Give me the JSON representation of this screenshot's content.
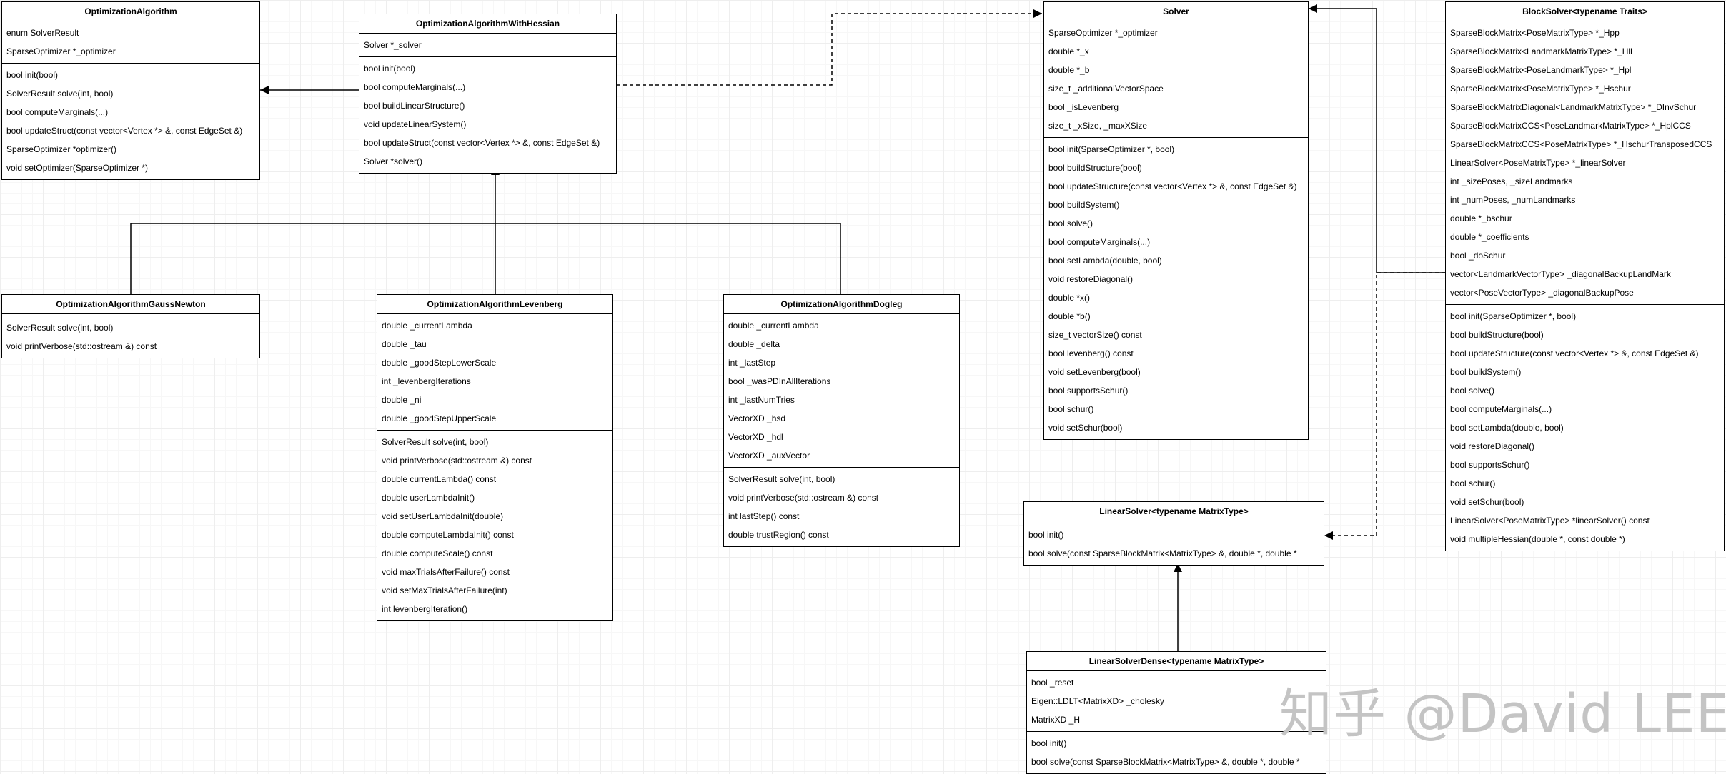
{
  "classes": {
    "opt_algo": {
      "name": "OptimizationAlgorithm",
      "attrs": [
        "enum SolverResult",
        "SparseOptimizer *_optimizer"
      ],
      "methods": [
        "bool init(bool)",
        "SolverResult solve(int, bool)",
        "bool computeMarginals(...)",
        "bool updateStruct(const  vector<Vertex *> &,  const EdgeSet &)",
        "SparseOptimizer *optimizer()",
        "void setOptimizer(SparseOptimizer *)"
      ]
    },
    "opt_hessian": {
      "name": "OptimizationAlgorithmWithHessian",
      "attrs": [
        "Solver *_solver"
      ],
      "methods": [
        "bool init(bool)",
        "bool computeMarginals(...)",
        "bool buildLinearStructure()",
        "void updateLinearSystem()",
        "bool updateStruct(const  vector<Vertex *> &,  const EdgeSet &)",
        "Solver *solver()"
      ]
    },
    "gauss_newton": {
      "name": "OptimizationAlgorithmGaussNewton",
      "attrs": [],
      "methods": [
        "SolverResult solve(int, bool)",
        "void printVerbose(std::ostream &) const"
      ]
    },
    "levenberg": {
      "name": "OptimizationAlgorithmLevenberg",
      "attrs": [
        "double _currentLambda",
        "double _tau",
        "double _goodStepLowerScale",
        "int _levenbergIterations",
        "double _ni",
        "double _goodStepUpperScale"
      ],
      "methods": [
        "SolverResult solve(int, bool)",
        "void printVerbose(std::ostream &) const",
        "double currentLambda() const",
        "double userLambdaInit()",
        "void setUserLambdaInit(double)",
        "double computeLambdaInit() const",
        "double computeScale() const",
        "void maxTrialsAfterFailure() const",
        "void setMaxTrialsAfterFailure(int)",
        "int levenbergIteration()"
      ]
    },
    "dogleg": {
      "name": "OptimizationAlgorithmDogleg",
      "attrs": [
        "double _currentLambda",
        "double _delta",
        "int _lastStep",
        "bool _wasPDInAllIterations",
        "int _lastNumTries",
        "VectorXD _hsd",
        "VectorXD _hdl",
        "VectorXD _auxVector"
      ],
      "methods": [
        "SolverResult solve(int, bool)",
        "void printVerbose(std::ostream &) const",
        "int lastStep() const",
        "double trustRegion() const"
      ]
    },
    "solver": {
      "name": "Solver",
      "attrs": [
        "SparseOptimizer *_optimizer",
        "double *_x",
        "double *_b",
        "size_t _additionalVectorSpace",
        "bool _isLevenberg",
        "size_t _xSize, _maxXSize"
      ],
      "methods": [
        "bool init(SparseOptimizer *, bool)",
        "bool buildStructure(bool)",
        "bool updateStructure(const vector<Vertex *> &, const EdgeSet &)",
        "bool buildSystem()",
        "bool solve()",
        "bool computeMarginals(...)",
        "bool setLambda(double, bool)",
        "void restoreDiagonal()",
        "double *x()",
        "double *b()",
        "size_t vectorSize() const",
        "bool levenberg() const",
        "void setLevenberg(bool)",
        "bool supportsSchur()",
        "bool schur()",
        "void setSchur(bool)"
      ]
    },
    "block_solver": {
      "name": "BlockSolver<typename Traits>",
      "attrs": [
        "SparseBlockMatrix<PoseMatrixType> *_Hpp",
        "SparseBlockMatrix<LandmarkMatrixType> *_Hll",
        "SparseBlockMatrix<PoseLandmarkType> *_Hpl",
        "SparseBlockMatrix<PoseMatrixType> *_Hschur",
        "SparseBlockMatrixDiagonal<LandmarkMatrixType> *_DInvSchur",
        "SparseBlockMatrixCCS<PoseLandmarkMatrixType> *_HplCCS",
        "SparseBlockMatrixCCS<PoseMatrixType> *_HschurTransposedCCS",
        "LinearSolver<PoseMatrixType> *_linearSolver",
        "int _sizePoses, _sizeLandmarks",
        "int _numPoses, _numLandmarks",
        "double *_bschur",
        "double *_coefficients",
        "bool _doSchur",
        "vector<LandmarkVectorType> _diagonalBackupLandMark",
        "vector<PoseVectorType> _diagonalBackupPose"
      ],
      "methods": [
        "bool init(SparseOptimizer *, bool)",
        "bool buildStructure(bool)",
        "bool updateStructure(const vector<Vertex *> &, const EdgeSet &)",
        "bool buildSystem()",
        "bool solve()",
        "bool computeMarginals(...)",
        "bool setLambda(double, bool)",
        "void restoreDiagonal()",
        "bool supportsSchur()",
        "bool schur()",
        "void setSchur(bool)",
        "LinearSolver<PoseMatrixType> *linearSolver() const",
        "void multipleHessian(double *, const double *)"
      ]
    },
    "linear_solver": {
      "name": "LinearSolver<typename MatrixType>",
      "attrs": [],
      "methods": [
        "bool init()",
        "bool solve(const SparseBlockMatrix<MatrixType> &, double *, double *"
      ]
    },
    "linear_solver_dense": {
      "name": "LinearSolverDense<typename MatrixType>",
      "attrs": [
        "bool _reset",
        "Eigen::LDLT<MatrixXD> _cholesky",
        "MatrixXD _H"
      ],
      "methods": [
        "bool init()",
        "bool solve(const SparseBlockMatrix<MatrixType> &, double *, double *"
      ]
    }
  },
  "watermark": "知乎 @David LEE"
}
